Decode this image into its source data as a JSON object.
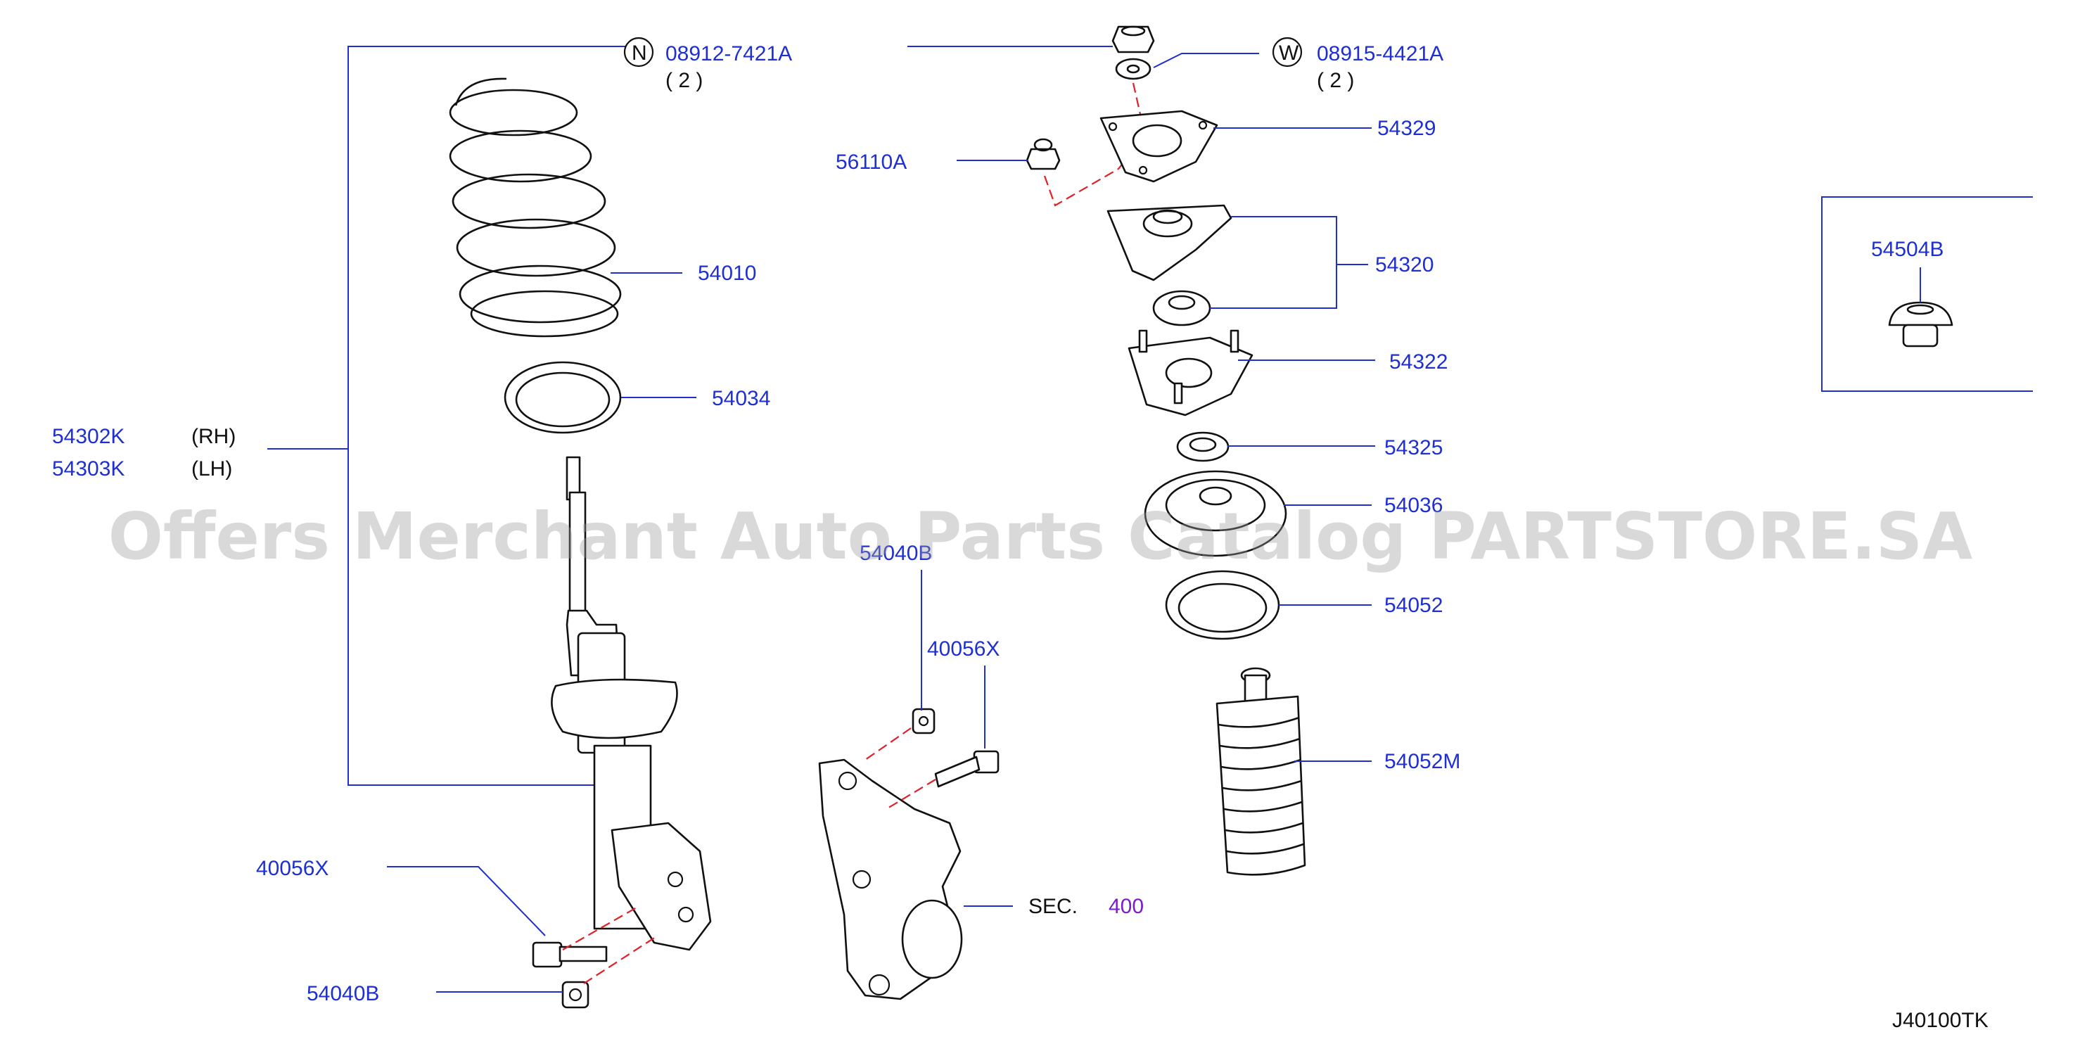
{
  "diagram": {
    "parts": {
      "spring": "54010",
      "spring_seat_insulator": "54034",
      "strut_rh": "54302K",
      "strut_rh_side": "(RH)",
      "strut_lh": "54303K",
      "strut_lh_side": "(LH)",
      "mount_nut_a": "56110A",
      "mount_plate": "54329",
      "mount_insulator": "54320",
      "mount_bracket": "54322",
      "bearing": "54325",
      "upper_seat": "54036",
      "upper_insulator": "54052",
      "bound_bumper": "54052M",
      "plug": "54504B",
      "nut_top": "54040B",
      "bolt_top": "40056X",
      "bolt_bottom": "40056X",
      "nut_bottom": "54040B"
    },
    "fasteners": {
      "nut_badge": "N",
      "nut_code": "08912-7421A",
      "nut_qty": "( 2 )",
      "washer_badge": "W",
      "washer_code": "08915-4421A",
      "washer_qty": "( 2 )"
    },
    "section_ref": {
      "prefix": "SEC.",
      "number": "400"
    },
    "diagram_code": "J40100TK",
    "watermark": "Offers Merchant Auto Parts Catalog PARTSTORE.SA",
    "colors": {
      "label": "#1f2fd0",
      "leader": "#1f2fd0",
      "guide": "#e0202a",
      "section_number": "#7a1fc4"
    }
  }
}
